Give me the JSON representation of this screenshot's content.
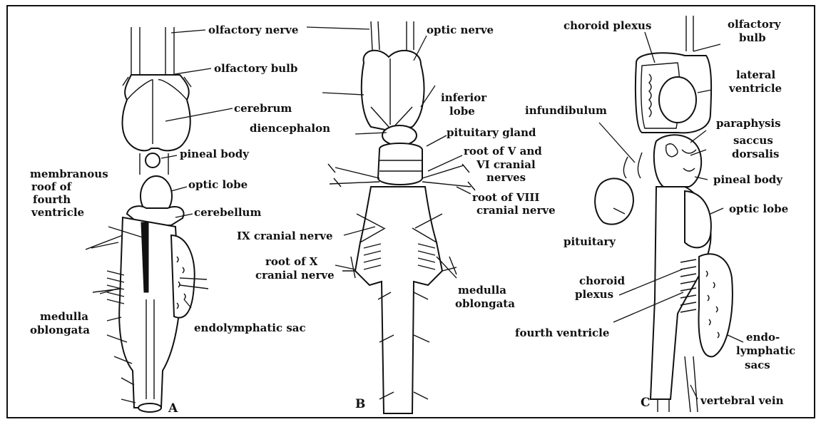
{
  "panels": {
    "a": {
      "letter": "A",
      "labels": {
        "olfactory_nerve": "olfactory nerve",
        "olfactory_bulb": "olfactory bulb",
        "cerebrum": "cerebrum",
        "pineal_body": "pineal body",
        "membranous_1": "membranous",
        "membranous_2": "roof of",
        "membranous_3": "fourth",
        "membranous_4": "ventricle",
        "optic_lobe": "optic lobe",
        "cerebellum": "cerebellum",
        "medulla_1": "medulla",
        "medulla_2": "oblongata",
        "endolymphatic_sac": "endolymphatic sac"
      }
    },
    "b": {
      "letter": "B",
      "labels": {
        "optic_nerve": "optic nerve",
        "inferior_1": "inferior",
        "inferior_2": "lobe",
        "diencephalon": "diencephalon",
        "pituitary_gland": "pituitary gland",
        "root_v_1": "root of V and",
        "root_v_2": "VI cranial",
        "root_v_3": "nerves",
        "root_viii_1": "root of VIII",
        "root_viii_2": "cranial nerve",
        "ix_nerve": "IX cranial nerve",
        "root_x_1": "root of X",
        "root_x_2": "cranial nerve",
        "medulla_1": "medulla",
        "medulla_2": "oblongata"
      }
    },
    "c": {
      "letter": "C",
      "labels": {
        "choroid_plexus_top": "choroid plexus",
        "olfactory_1": "olfactory",
        "olfactory_2": "bulb",
        "lateral_1": "lateral",
        "lateral_2": "ventricle",
        "infundibulum": "infundibulum",
        "paraphysis": "paraphysis",
        "saccus_1": "saccus",
        "saccus_2": "dorsalis",
        "pineal_body": "pineal body",
        "optic_lobe": "optic lobe",
        "pituitary": "pituitary",
        "choroid_1": "choroid",
        "choroid_2": "plexus",
        "fourth_ventricle": "fourth ventricle",
        "endo_1": "endo-",
        "endo_2": "lymphatic",
        "endo_3": "sacs",
        "vertebral_vein": "vertebral vein"
      }
    }
  }
}
